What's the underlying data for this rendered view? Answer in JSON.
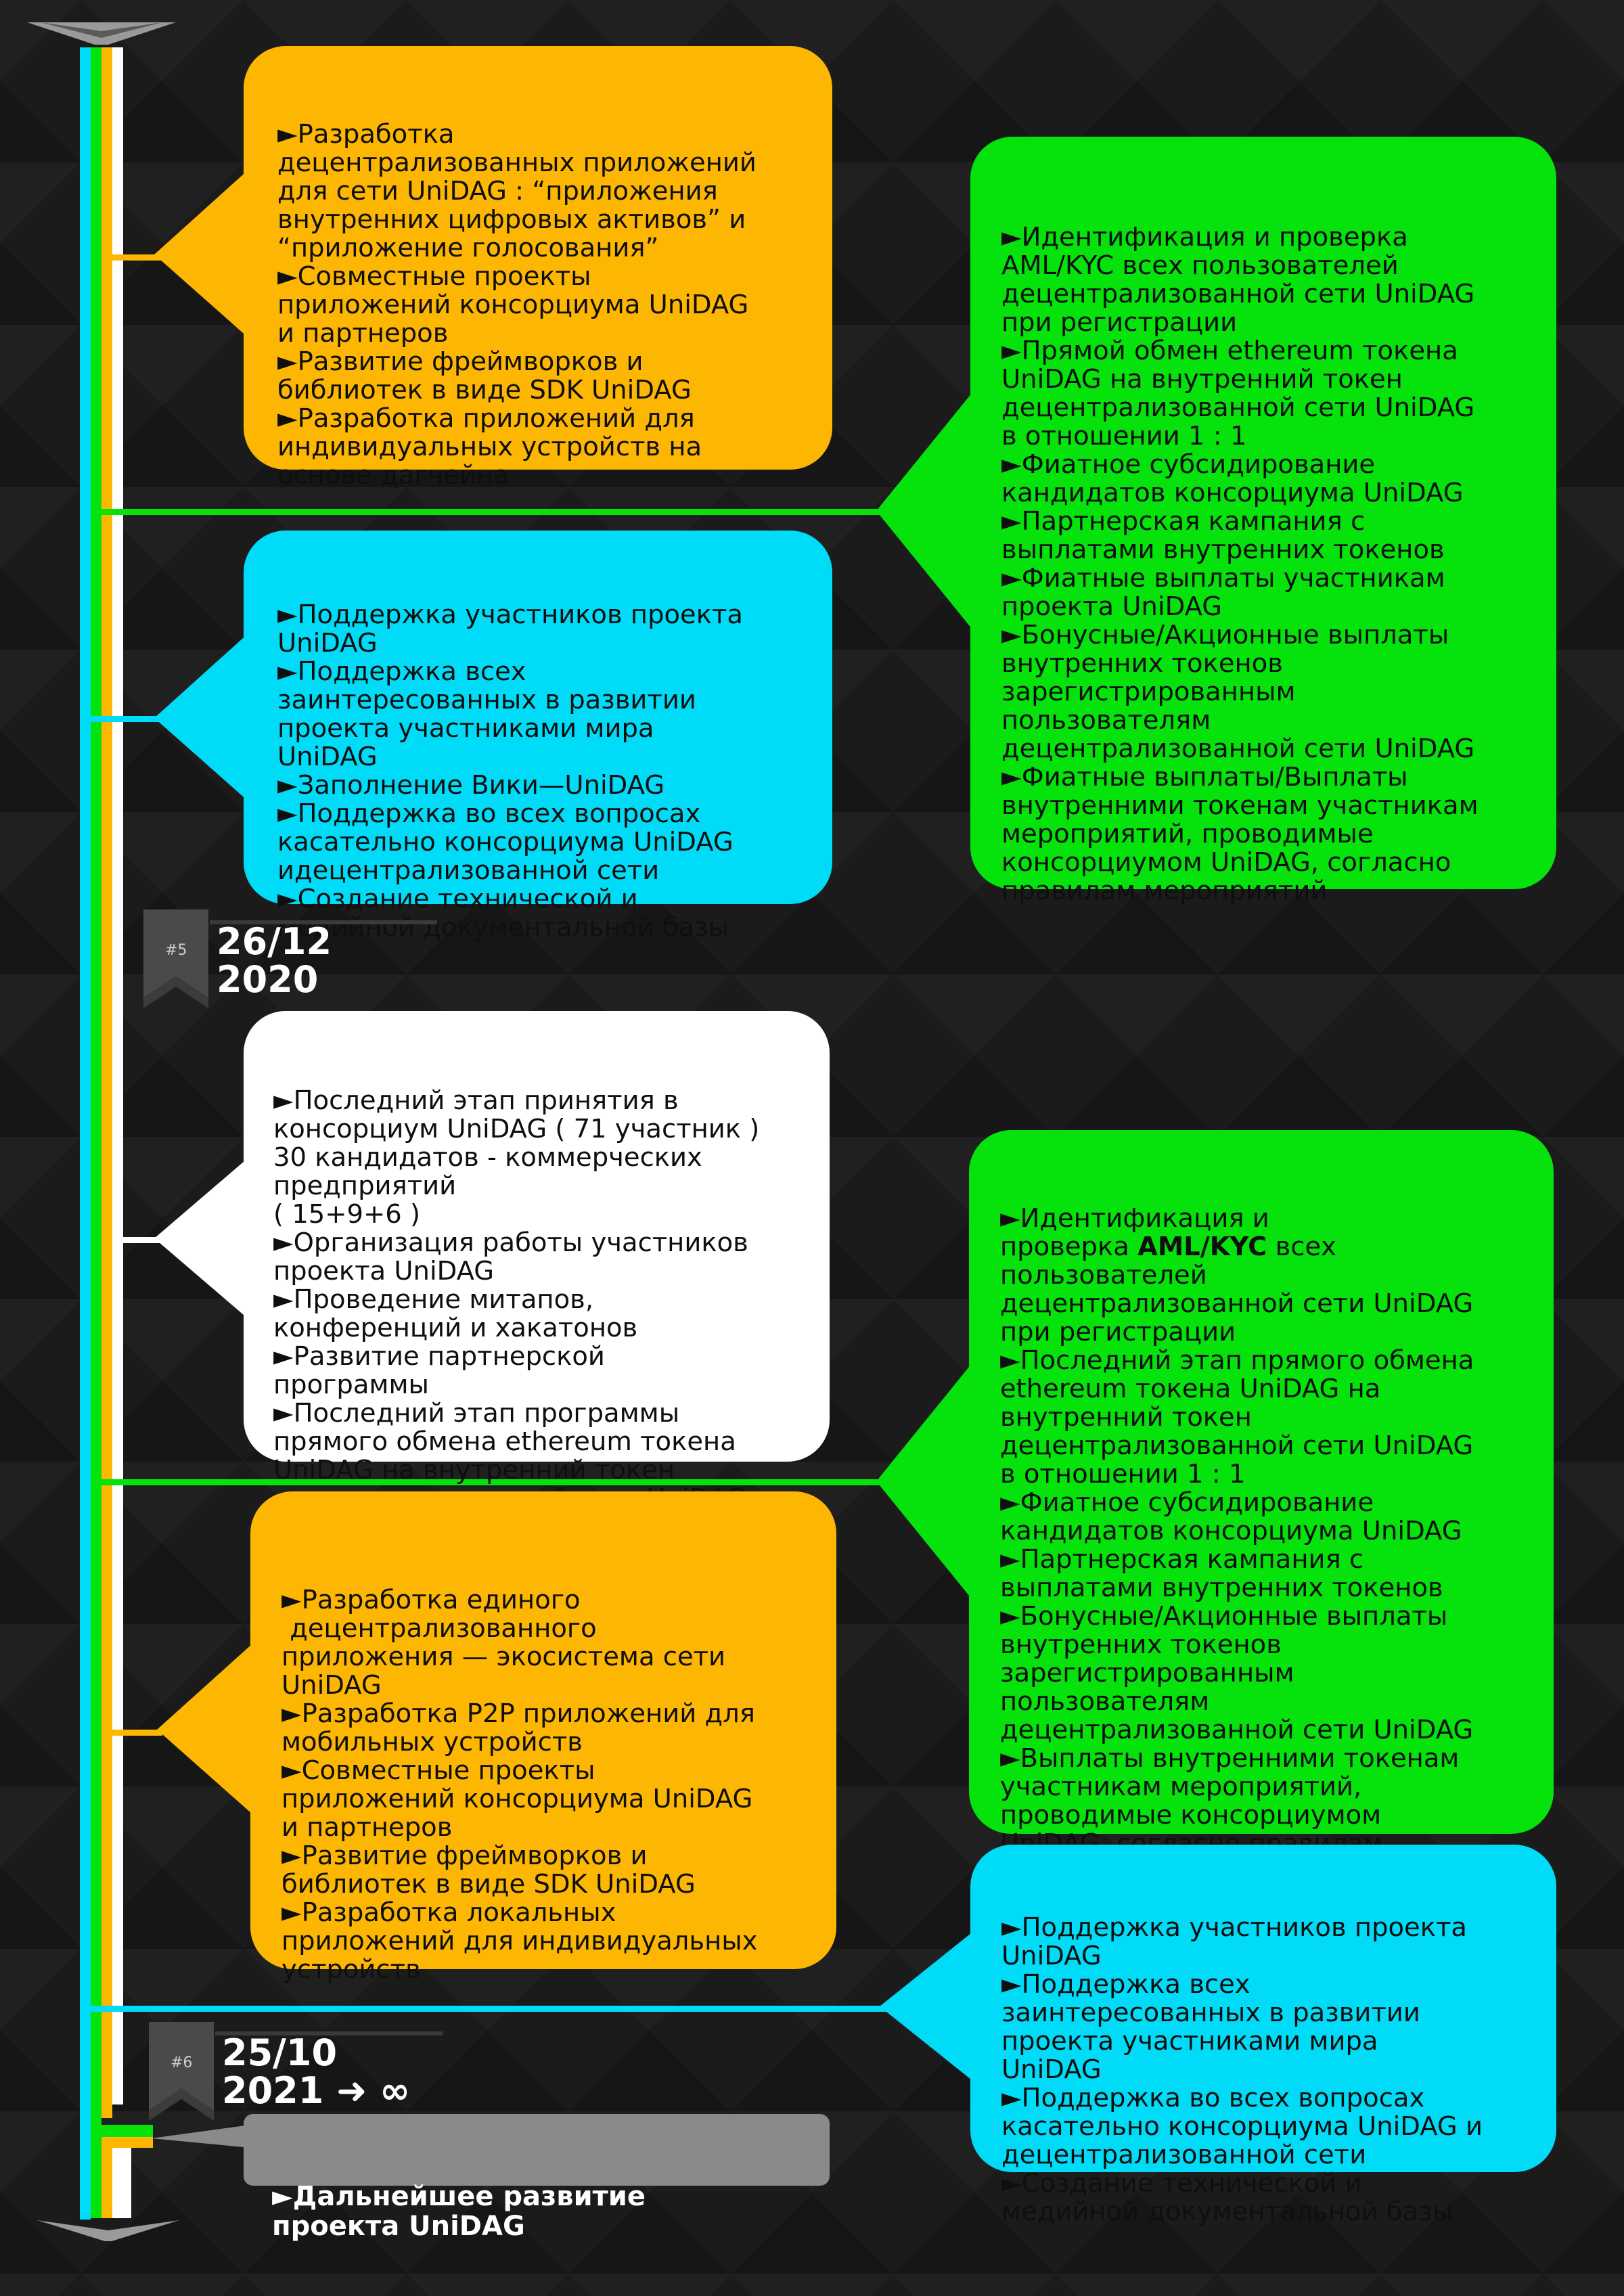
{
  "milestones": [
    {
      "tag": "#5",
      "date_line1": "26/12",
      "date_line2": "2020"
    },
    {
      "tag": "#6",
      "date_line1": "25/10",
      "date_line2": "2021 ➜ ∞"
    }
  ],
  "colors": {
    "orange": "#fdb602",
    "cyan": "#00dcf7",
    "green": "#05e20c",
    "white": "#ffffff",
    "grey": "#8a8a8a",
    "background": "#1b1b1b"
  },
  "bubbles": {
    "orange_1": "►Разработка\nдецентрализованных приложений\nдля сети UniDAG : “приложения\nвнутренних цифровых активов” и\n“приложение голосования”\n►Совместные проекты\nприложений консорциума UniDAG\nи партнеров\n►Развитие фреймворков и\nбиблиотек в виде SDK UniDAG\n►Разработка приложений для\nиндивидуальных устройств на\nоснове дагчейна",
    "cyan_1": "►Поддержка участников проекта\nUniDAG\n►Поддержка всех\nзаинтересованных в развитии\nпроекта участниками мира\nUniDAG\n►Заполнение Вики—UniDAG\n►Поддержка во всех вопросах\nкасательно консорциума UniDAG\nидецентрализованной сети\n►Создание технической и\nмедийной документальной базы",
    "green_1": "►Идентификация и проверка\nAML/KYC всех пользователей\nдецентрализованной сети UniDAG\nпри регистрации\n►Прямой обмен ethereum токена\nUniDAG на внутренний токен\nдецентрализованной сети UniDAG\nв отношении 1 : 1\n►Фиатное субсидирование\nкандидатов консорциума UniDAG\n►Партнерская кампания с\nвыплатами внутренних токенов\n►Фиатные выплаты участникам\nпроекта UniDAG\n►Бонусные/Акционные выплаты\nвнутренних токенов\nзарегистрированным\nпользователям\nдецентрализованной сети UniDAG\n►Фиатные выплаты/Выплаты\nвнутренними токенам участникам\nмероприятий, проводимые\nконсорциумом UniDAG, согласно\nправилам мероприятий",
    "white_1": "►Последний этап принятия в\nконсорциум UniDAG ( 71 участник )\n30 кандидатов - коммерческих\nпредприятий\n( 15+9+6 )\n►Организация работы участников\nпроекта UniDAG\n►Проведение митапов,\nконференций и хакатонов\n►Развитие партнерской\nпрограммы\n►Последний этап программы\nпрямого обмена ethereum токена\nUniDAG на внутренний токен\nдецентрализованной сети UniDAG",
    "green_2_a": "►Идентификация и\nпроверка ",
    "green_2_bold": "AML/KYC",
    "green_2_b": " всех\nпользователей\nдецентрализованной сети UniDAG\nпри регистрации\n►Последний этап прямого обмена\nethereum токена UniDAG на\nвнутренний токен\nдецентрализованной сети UniDAG\nв отношении 1 : 1\n►Фиатное субсидирование\nкандидатов консорциума UniDAG\n►Партнерская кампания с\nвыплатами внутренних токенов\n►Бонусные/Акционные выплаты\nвнутренних токенов\nзарегистрированным\nпользователям\nдецентрализованной сети UniDAG\n►Выплаты внутренними токенам\nучастникам мероприятий,\nпроводимые консорциумом\nUniDAG, согласно правилам\nмероприятий",
    "orange_2": "►Разработка единого\n децентрализованного\nприложения — экосистема сети\nUniDAG\n►Разработка P2P приложений для\nмобильных устройств\n►Совместные проекты\nприложений консорциума UniDAG\nи партнеров\n►Развитие фреймворков и\nбиблиотек в виде SDK UniDAG\n►Разработка локальных\nприложений для индивидуальных\nустройств",
    "cyan_2": "►Поддержка участников проекта\nUniDAG\n►Поддержка всех\nзаинтересованных в развитии\nпроекта участниками мира\nUniDAG\n►Поддержка во всех вопросах\nкасательно консорциума UniDAG и\nдецентрализованной сети\n►Создание технической и\nмедийной документальной базы",
    "grey_1": "►Дальнейшее развитие\nпроекта UniDAG"
  }
}
